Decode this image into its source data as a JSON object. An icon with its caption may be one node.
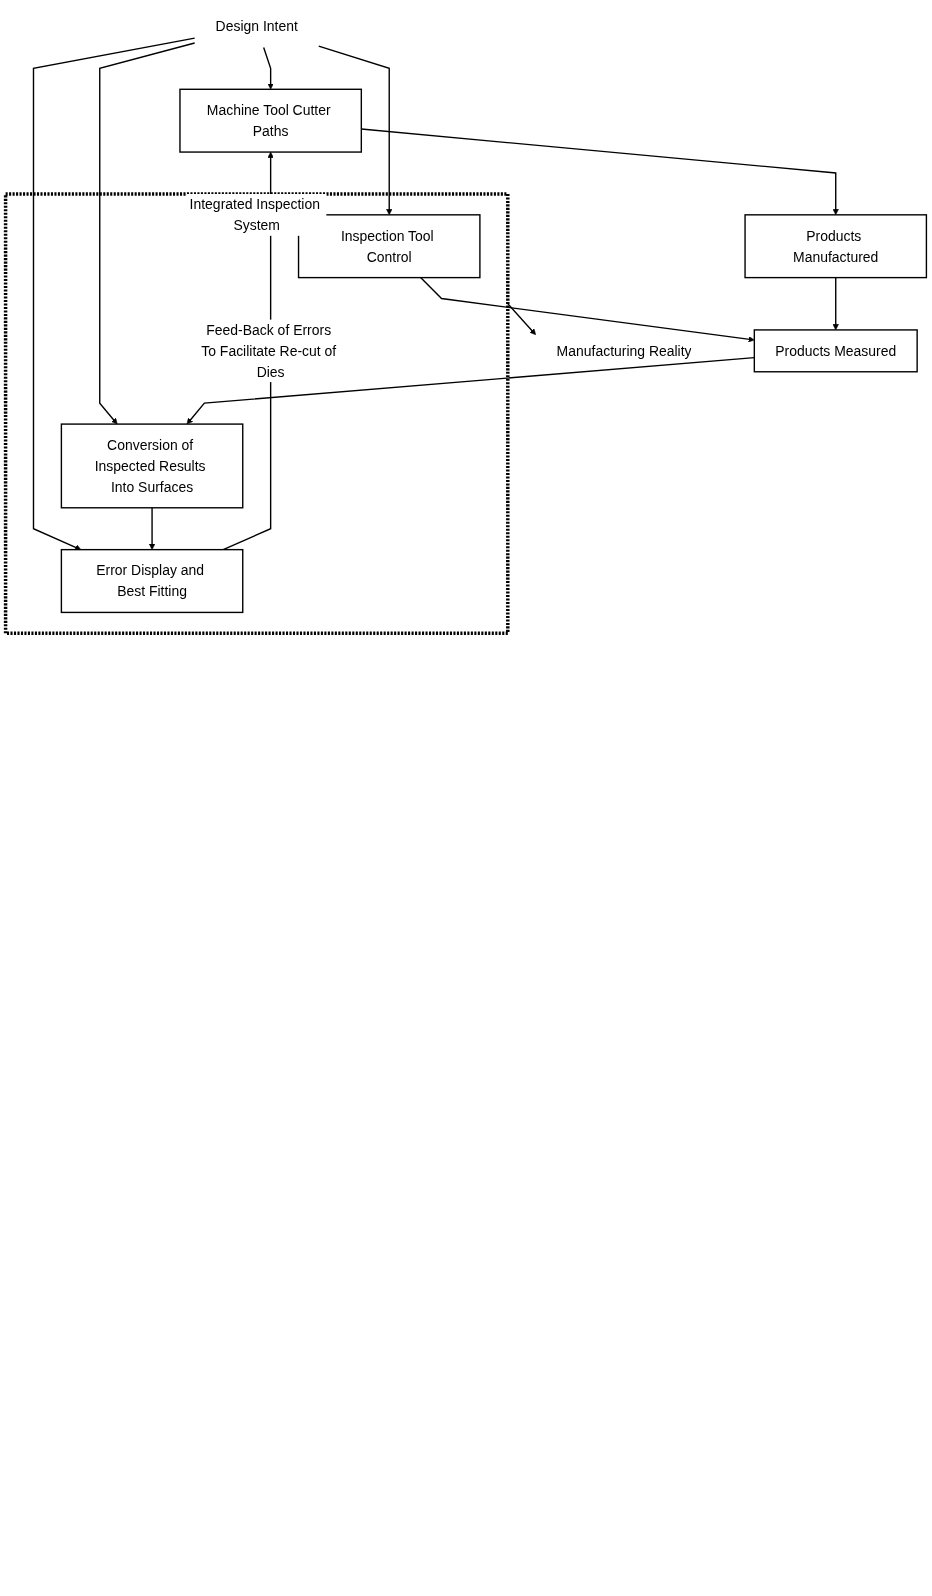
{
  "diagram": {
    "nodes": [
      {
        "text": [
          "Design Intent"
        ]
      },
      {
        "text": [
          "Machine Tool Cutter Paths"
        ]
      },
      {
        "text": [
          "Products Manufactured"
        ]
      },
      {
        "text": [
          "Integrated Inspection System"
        ]
      },
      {
        "text": [
          "Inspection Tool Control"
        ],
        "in": 3
      },
      {
        "text": [
          "Products Measured"
        ]
      },
      {
        "text": [
          "Conversion of Inspected Results Into Surfaces"
        ],
        "in": 3
      },
      {
        "text": [
          "Error Display and Best Fitting"
        ],
        "in": 3
      },
      {
        "text": [
          "Manufacturing Reality"
        ]
      }
    ],
    "edges": [
      {
        "from": 0,
        "to": 1,
        "arrow": "to"
      },
      {
        "from": 0,
        "to": 4,
        "arrow": "to"
      },
      {
        "from": 0,
        "to": 6,
        "arrow": "to"
      },
      {
        "from": 0,
        "to": 7,
        "arrow": "to"
      },
      {
        "from": 1,
        "to": 2,
        "arrow": "to"
      },
      {
        "from": 2,
        "to": 5,
        "arrow": "to"
      },
      {
        "from": 4,
        "to": 5,
        "arrow": "to"
      },
      {
        "from": 5,
        "to": 6,
        "arrow": "to"
      },
      {
        "from": 6,
        "to": 7,
        "arrow": "to"
      },
      {
        "from": 7,
        "to": 1,
        "arrow": "to",
        "label": "Feed-Back of Errors To Facilitate Re-cut of Dies"
      },
      {
        "from": 3,
        "to": 8,
        "arrow": "to"
      }
    ]
  }
}
